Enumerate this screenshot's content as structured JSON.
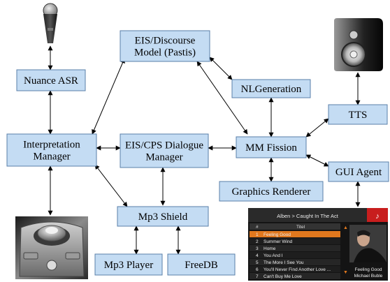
{
  "diagram": {
    "boxes": [
      {
        "id": "nuance",
        "lines": [
          "Nuance ASR"
        ]
      },
      {
        "id": "eis_model",
        "lines": [
          "EIS/Discourse",
          "Model (Pastis)"
        ]
      },
      {
        "id": "nlgen",
        "lines": [
          "NLGeneration"
        ]
      },
      {
        "id": "interp",
        "lines": [
          "Interpretation",
          "Manager"
        ]
      },
      {
        "id": "eis_cps",
        "lines": [
          "EIS/CPS Dialogue",
          "Manager"
        ]
      },
      {
        "id": "mmfission",
        "lines": [
          "MM Fission"
        ]
      },
      {
        "id": "tts",
        "lines": [
          "TTS"
        ]
      },
      {
        "id": "gui",
        "lines": [
          "GUI Agent"
        ]
      },
      {
        "id": "graphics",
        "lines": [
          "Graphics Renderer"
        ]
      },
      {
        "id": "mp3shield",
        "lines": [
          "Mp3 Shield"
        ]
      },
      {
        "id": "mp3player",
        "lines": [
          "Mp3 Player"
        ]
      },
      {
        "id": "freedb",
        "lines": [
          "FreeDB"
        ]
      }
    ]
  },
  "player": {
    "header": "Alben > Caught In The Act",
    "col_num": "#",
    "col_title": "Titel",
    "tracks": [
      {
        "n": "1",
        "title": "Feeling Good"
      },
      {
        "n": "2",
        "title": "Summer Wind"
      },
      {
        "n": "3",
        "title": "Home"
      },
      {
        "n": "4",
        "title": "You And I"
      },
      {
        "n": "5",
        "title": "The More I See You"
      },
      {
        "n": "6",
        "title": "You'll Never Find Another Love ..."
      },
      {
        "n": "7",
        "title": "Can't Buy Me Love"
      }
    ],
    "now_title": "Feeling Good",
    "now_artist": "Michael Buble",
    "accent": "#e0781e",
    "header_red": "#c81e1e"
  },
  "colors": {
    "box_fill": "#c4dcf3",
    "box_stroke": "#5a7fa8"
  }
}
